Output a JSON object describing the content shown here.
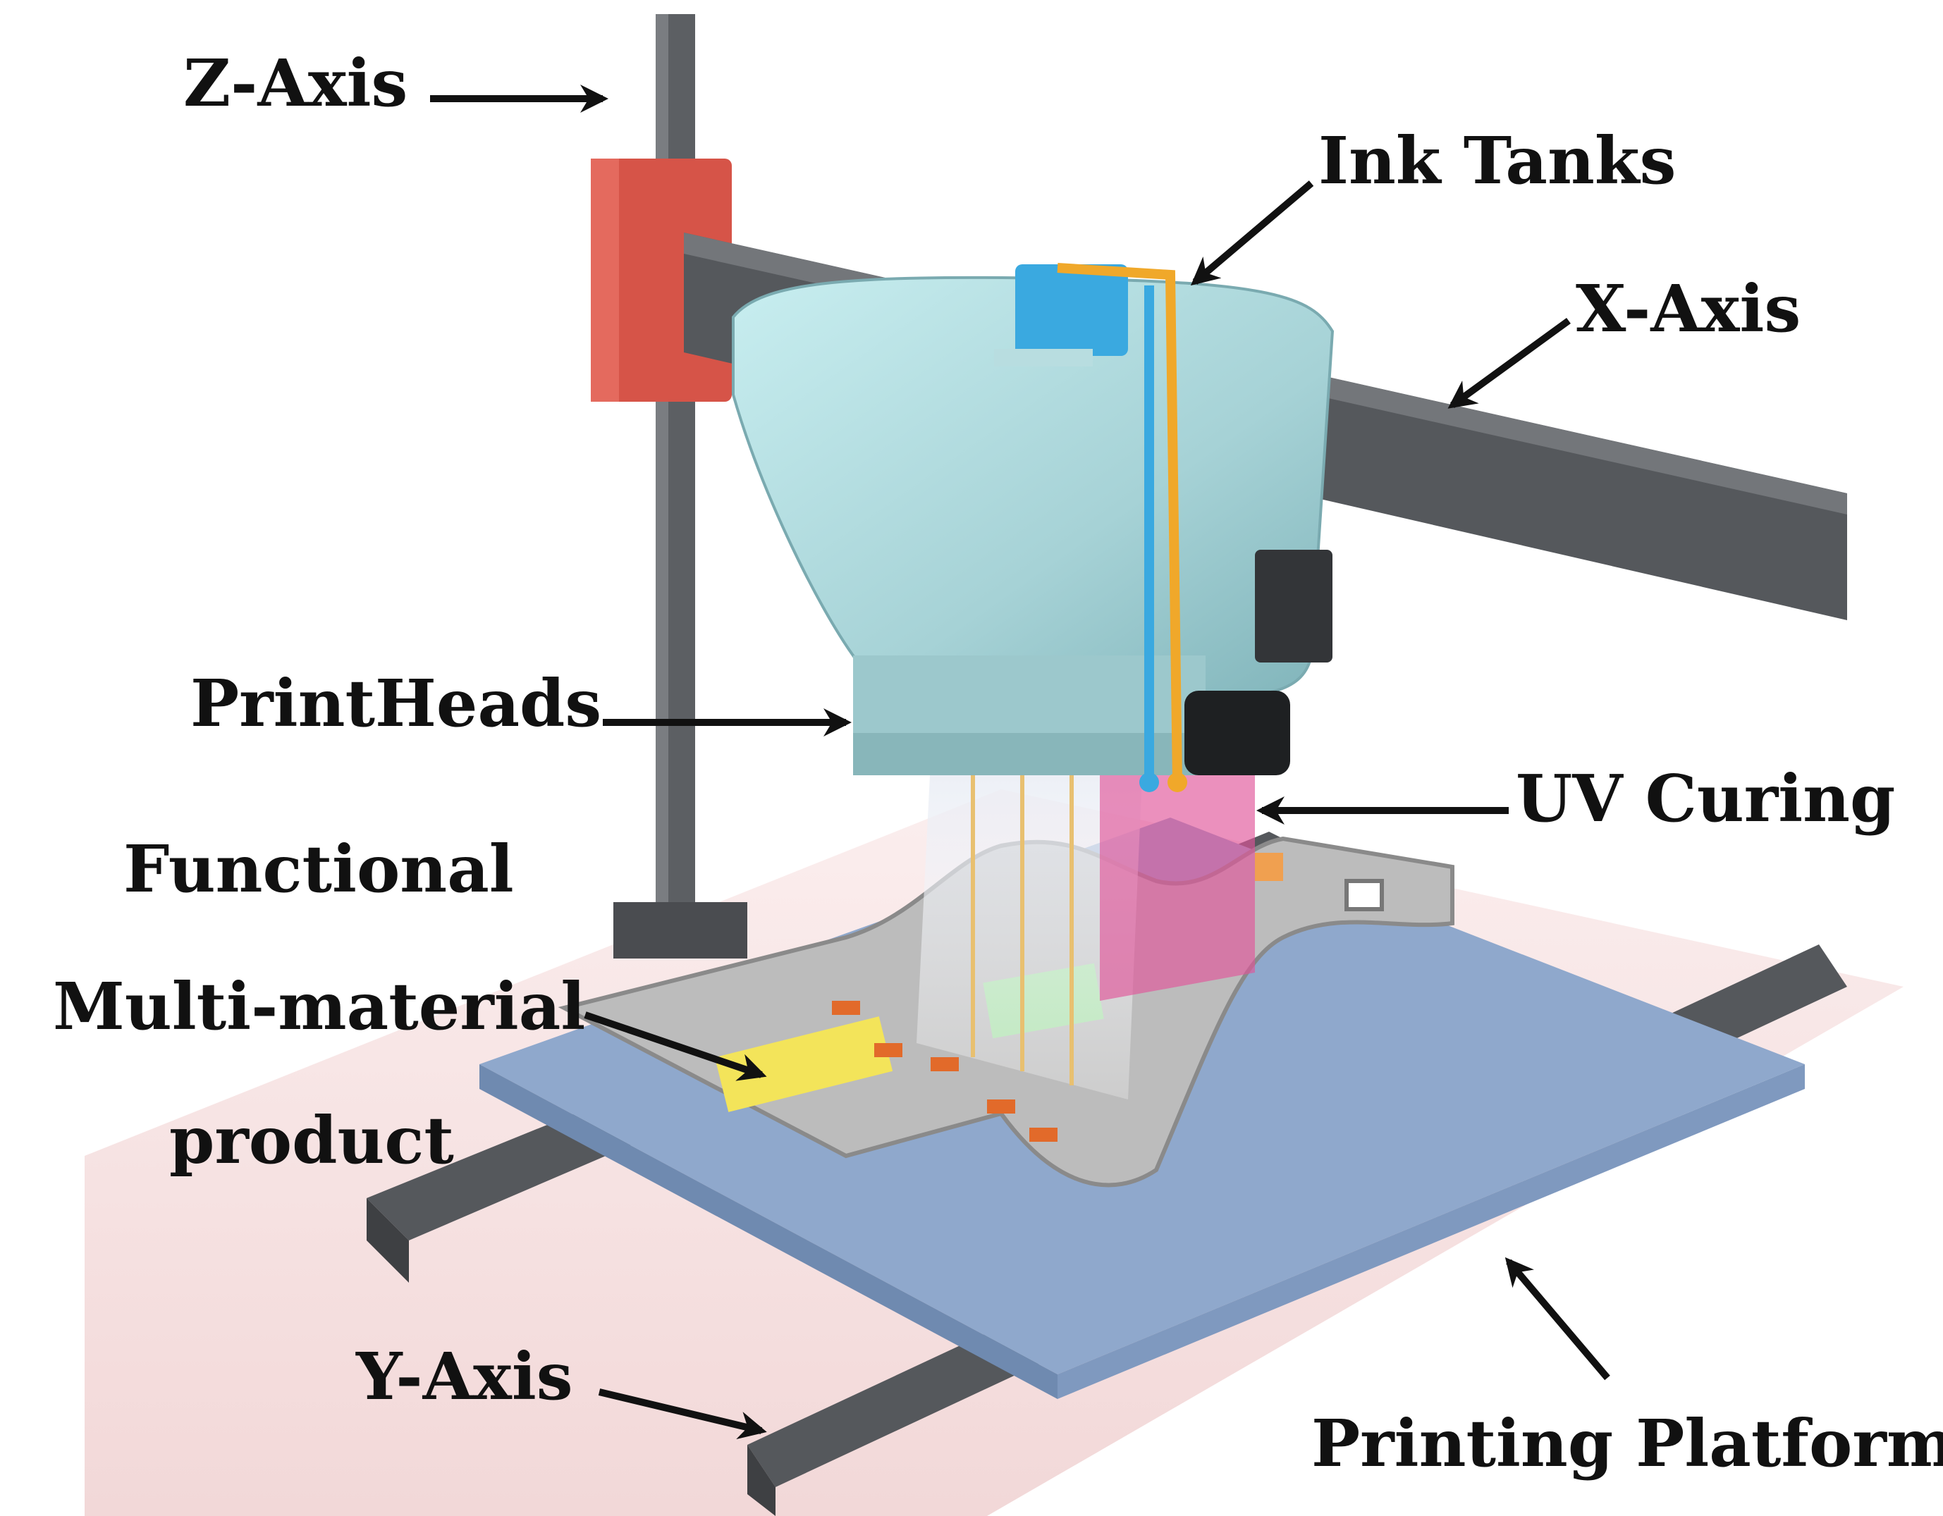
{
  "labels": {
    "z_axis": "Z-Axis",
    "ink_tanks": "Ink Tanks",
    "x_axis": "X-Axis",
    "printheads": "PrintHeads",
    "uv_curing": "UV Curing",
    "functional": "Functional",
    "multi_material": "Multi-material",
    "product": "product",
    "y_axis": "Y-Axis",
    "printing_platform": "Printing Platform"
  },
  "colors": {
    "base_floor": "#f5dede",
    "rail": "#55585c",
    "platform": "#8fa8cc",
    "head_body": "#a9d4d8",
    "z_carriage": "#d65448",
    "uv_light": "#e0559a",
    "ink_blue": "#3aa9e0",
    "ink_orange": "#f0a82a",
    "substrate": "#b8b8b8",
    "arrow": "#111111"
  }
}
